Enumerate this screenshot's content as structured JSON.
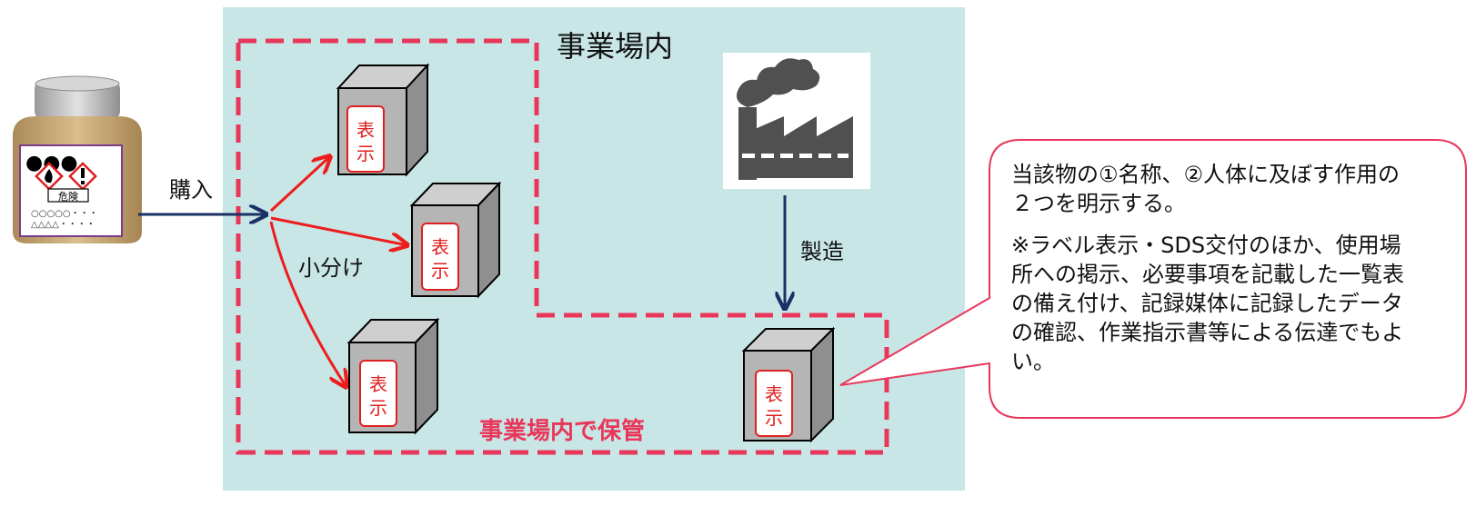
{
  "colors": {
    "background_panel": "#c8e6e6",
    "dashed_border": "#e8375a",
    "red_arrow": "#ee1c1c",
    "navy_arrow": "#1b3166",
    "label_text": "#e8375a"
  },
  "labels": {
    "workplace_title": "事業場内",
    "storage_label": "事業場内で保管",
    "purchase_label": "購入",
    "subdivide_label": "小分け",
    "manufacture_label": "製造",
    "box_label_top": "表",
    "box_label_bottom": "示"
  },
  "bottle": {
    "dots": "●●●",
    "signal_word": "危険",
    "line1": "○○○○○・・・",
    "line2": "△△△△・・・・"
  },
  "callout": {
    "paragraph1": "当該物の①名称、②人体に及ぼす作用の２つを明示する。",
    "paragraph2": "※ラベル表示・SDS交付のほか、使用場所への掲示、必要事項を記載した一覧表の備え付け、記録媒体に記録したデータの確認、作業指示書等による伝達でもよい。"
  },
  "icons": [
    "factory-icon",
    "chemical-bottle-icon",
    "flame-hazard-icon",
    "exclamation-hazard-icon"
  ]
}
